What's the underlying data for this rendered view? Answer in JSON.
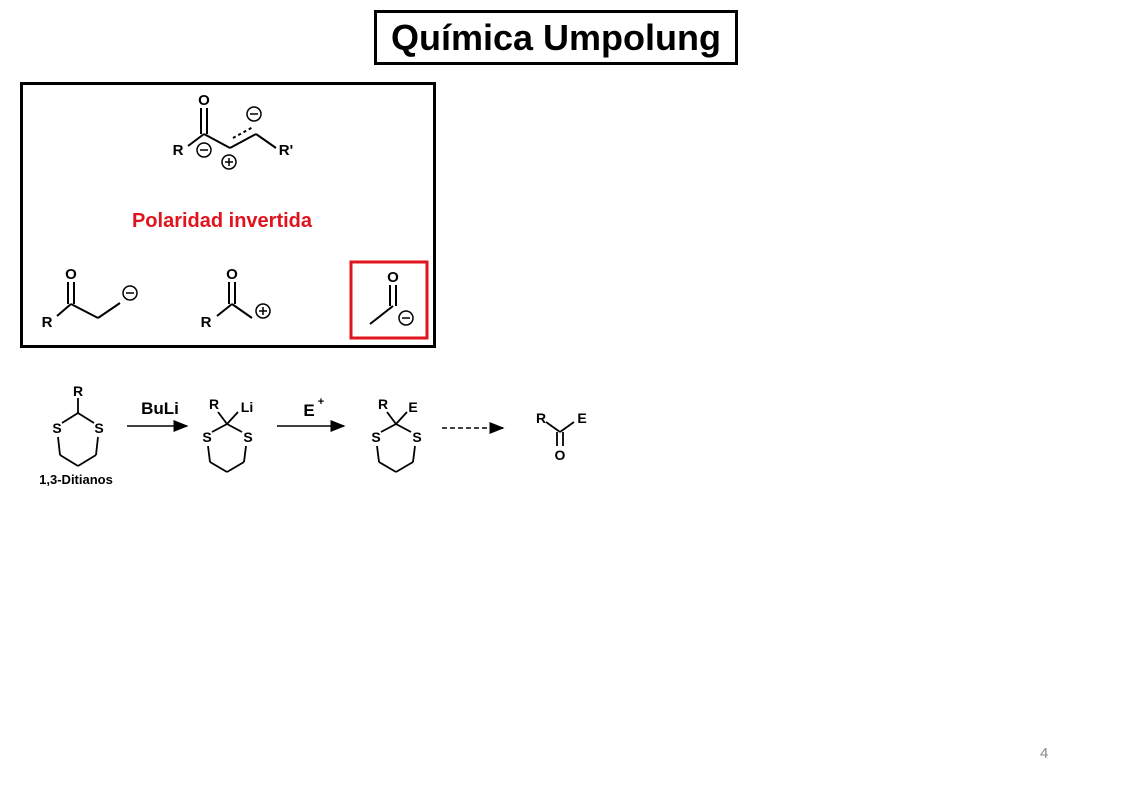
{
  "slide": {
    "title": "Química Umpolung",
    "page_number": "4"
  },
  "panel": {
    "caption": "Polaridad invertida",
    "accent_color": "#e0141c"
  },
  "molecules": {
    "enone": {
      "carbonyl_o": "O",
      "r_left": "R",
      "r_right": "R'"
    },
    "enolate": {
      "o": "O",
      "r": "R"
    },
    "acylium": {
      "o": "O",
      "r": "R"
    },
    "acyl_anion": {
      "o": "O"
    }
  },
  "scheme": {
    "reagent_1": "BuLi",
    "reagent_2": "E",
    "reagent_2_sup": "+",
    "dithiane_label": "1,3-Ditianos",
    "dithiane": {
      "r": "R",
      "s1": "S",
      "s2": "S"
    },
    "lithio": {
      "r": "R",
      "li": "Li",
      "s1": "S",
      "s2": "S"
    },
    "alkylated": {
      "r": "R",
      "e": "E",
      "s1": "S",
      "s2": "S"
    },
    "ketone": {
      "r": "R",
      "e": "E",
      "o": "O"
    }
  },
  "charges": {
    "minus": "−",
    "plus": "+"
  }
}
